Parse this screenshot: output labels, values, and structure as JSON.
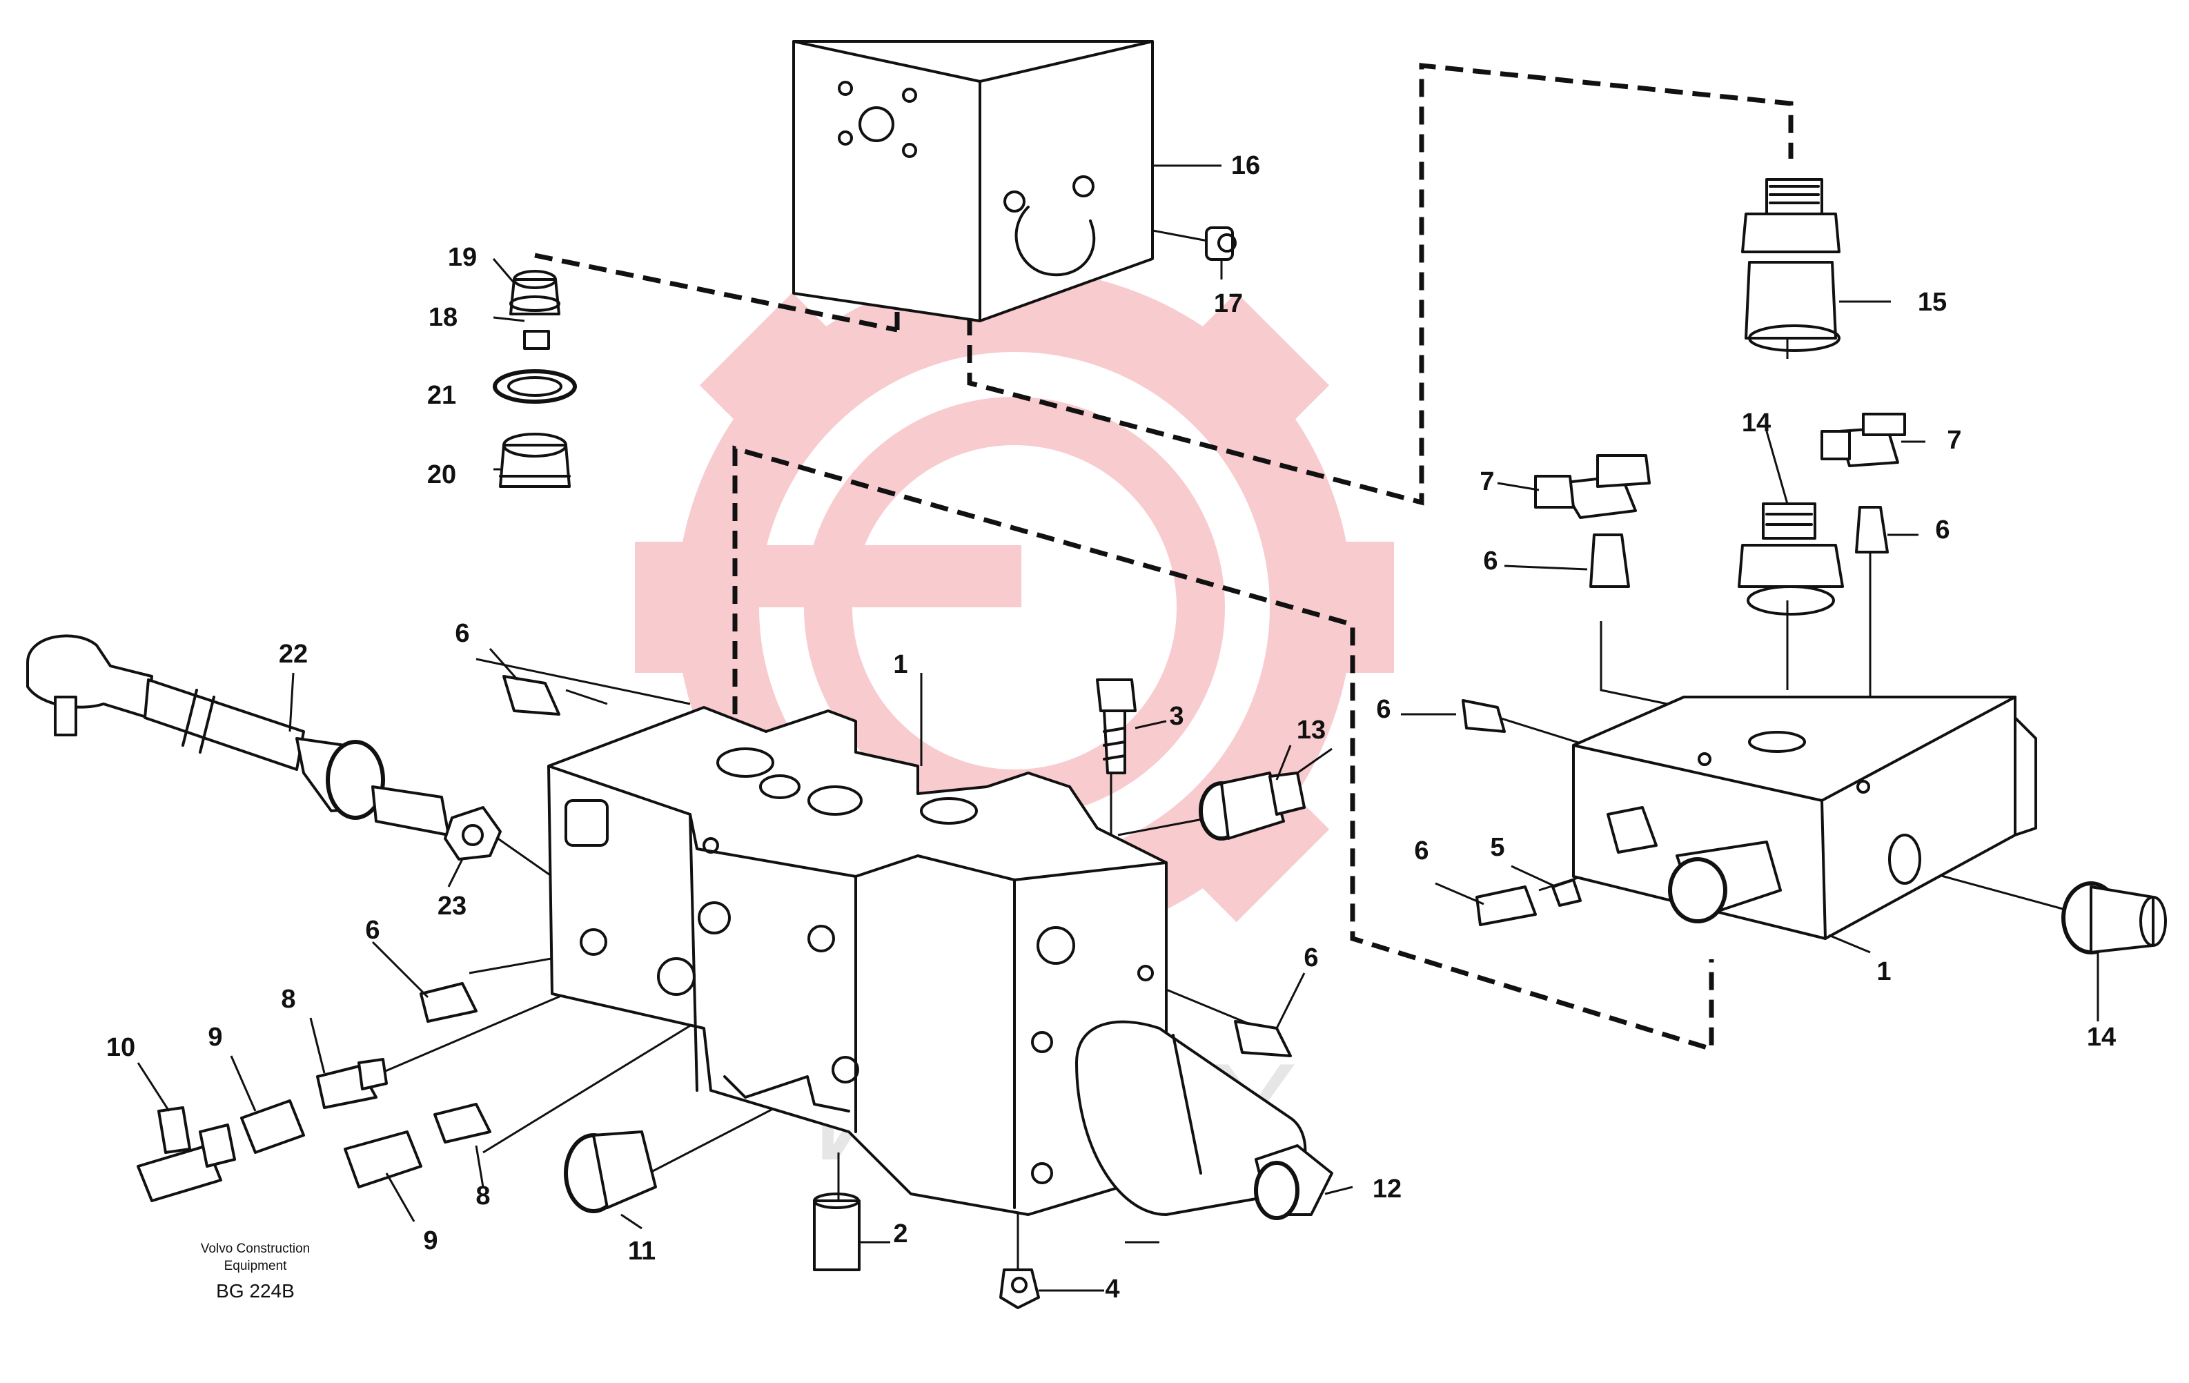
{
  "diagram": {
    "part_labels": {
      "l1a": "1",
      "l1b": "1",
      "l2": "2",
      "l3": "3",
      "l4": "4",
      "l5": "5",
      "l6a": "6",
      "l6b": "6",
      "l6c": "6",
      "l6d": "6",
      "l6e": "6",
      "l6f": "6",
      "l6g": "6",
      "l7a": "7",
      "l7b": "7",
      "l8a": "8",
      "l8b": "8",
      "l9a": "9",
      "l9b": "9",
      "l10": "10",
      "l11": "11",
      "l12": "12",
      "l13": "13",
      "l14a": "14",
      "l14b": "14",
      "l15": "15",
      "l16": "16",
      "l17": "17",
      "l18": "18",
      "l19": "19",
      "l20": "20",
      "l21": "21",
      "l22": "22",
      "l23": "23"
    },
    "footer": {
      "line1": "Volvo Construction",
      "line2": "Equipment",
      "code": "BG 224B"
    },
    "watermark": {
      "text": "ИНТЕХ",
      "logo_color": "#f2a0a8",
      "text_color": "#e6e6e6"
    }
  }
}
